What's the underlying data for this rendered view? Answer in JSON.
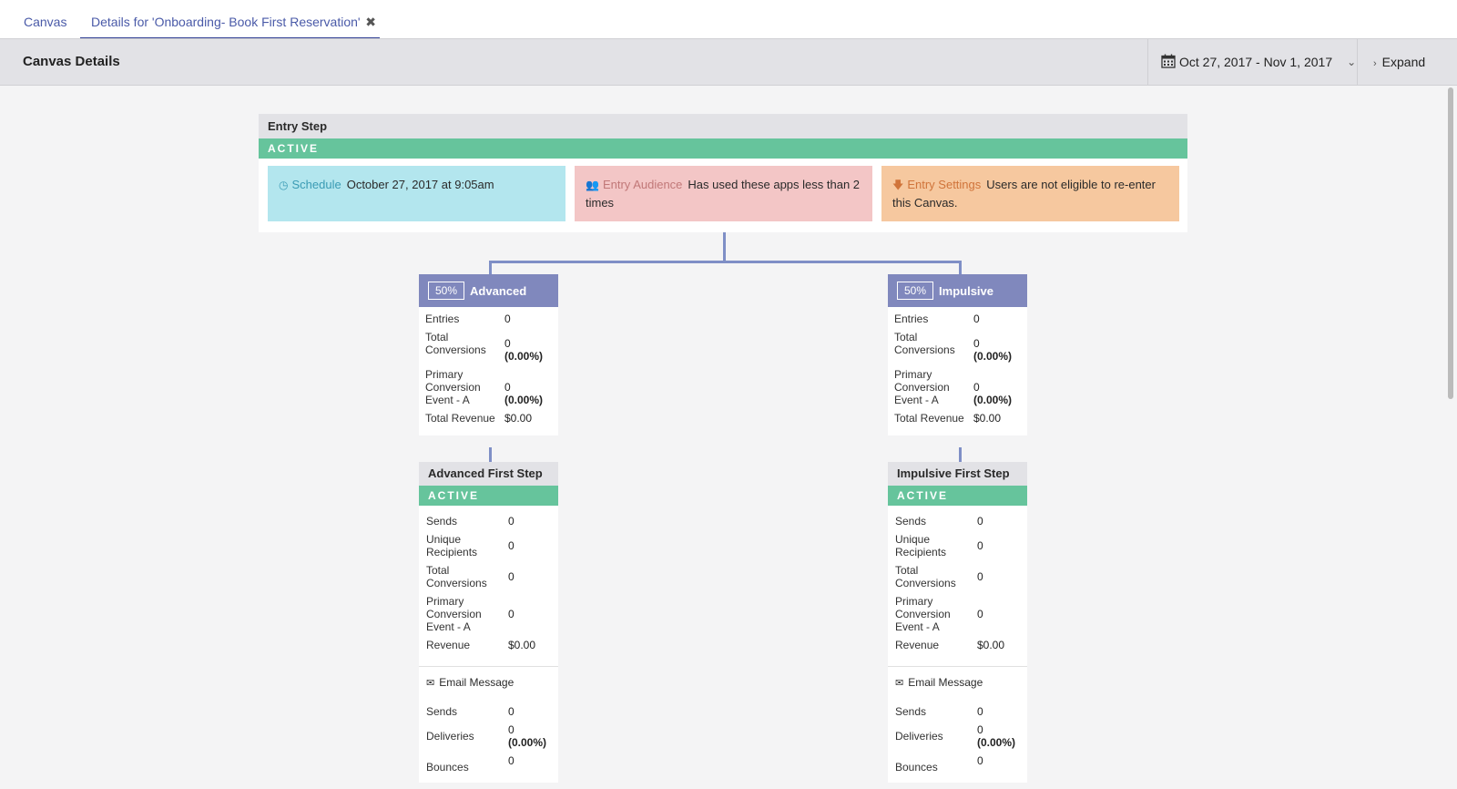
{
  "tabs": [
    {
      "label": "Canvas"
    },
    {
      "label": "Details for 'Onboarding- Book First Reservation'"
    }
  ],
  "header": {
    "title": "Canvas Details",
    "date_range": "Oct 27, 2017 - Nov 1, 2017",
    "expand_label": "Expand"
  },
  "entry_step": {
    "title": "Entry Step",
    "status": "ACTIVE",
    "schedule": {
      "label": "Schedule",
      "value": "October 27, 2017 at 9:05am"
    },
    "audience": {
      "label": "Entry Audience",
      "value": "Has used these apps less than 2 times"
    },
    "settings": {
      "label": "Entry Settings",
      "value": "Users are not eligible to re-enter this Canvas."
    }
  },
  "variants": [
    {
      "percent": "50%",
      "name": "Advanced",
      "stats": [
        {
          "k": "Entries",
          "v": "0",
          "p": ""
        },
        {
          "k": "Total Conversions",
          "v": "0",
          "p": "(0.00%)"
        },
        {
          "k": "Primary Conversion Event - A",
          "v": "0",
          "p": "(0.00%)"
        },
        {
          "k": "Total Revenue",
          "v": "$0.00",
          "p": ""
        }
      ],
      "step": {
        "title": "Advanced First Step",
        "status": "ACTIVE",
        "stats": [
          {
            "k": "Sends",
            "v": "0"
          },
          {
            "k": "Unique Recipients",
            "v": "0"
          },
          {
            "k": "Total Conversions",
            "v": "0"
          },
          {
            "k": "Primary Conversion Event - A",
            "v": "0"
          },
          {
            "k": "Revenue",
            "v": "$0.00"
          }
        ],
        "message": "Email Message",
        "message_stats": [
          {
            "k": "Sends",
            "v": "0",
            "p": ""
          },
          {
            "k": "Deliveries",
            "v": "0",
            "p": "(0.00%)"
          },
          {
            "k": "Bounces",
            "v": "0",
            "p": ""
          }
        ]
      }
    },
    {
      "percent": "50%",
      "name": "Impulsive",
      "stats": [
        {
          "k": "Entries",
          "v": "0",
          "p": ""
        },
        {
          "k": "Total Conversions",
          "v": "0",
          "p": "(0.00%)"
        },
        {
          "k": "Primary Conversion Event - A",
          "v": "0",
          "p": "(0.00%)"
        },
        {
          "k": "Total Revenue",
          "v": "$0.00",
          "p": ""
        }
      ],
      "step": {
        "title": "Impulsive First Step",
        "status": "ACTIVE",
        "stats": [
          {
            "k": "Sends",
            "v": "0"
          },
          {
            "k": "Unique Recipients",
            "v": "0"
          },
          {
            "k": "Total Conversions",
            "v": "0"
          },
          {
            "k": "Primary Conversion Event - A",
            "v": "0"
          },
          {
            "k": "Revenue",
            "v": "$0.00"
          }
        ],
        "message": "Email Message",
        "message_stats": [
          {
            "k": "Sends",
            "v": "0",
            "p": ""
          },
          {
            "k": "Deliveries",
            "v": "0",
            "p": "(0.00%)"
          },
          {
            "k": "Bounces",
            "v": "0",
            "p": ""
          }
        ]
      }
    }
  ]
}
